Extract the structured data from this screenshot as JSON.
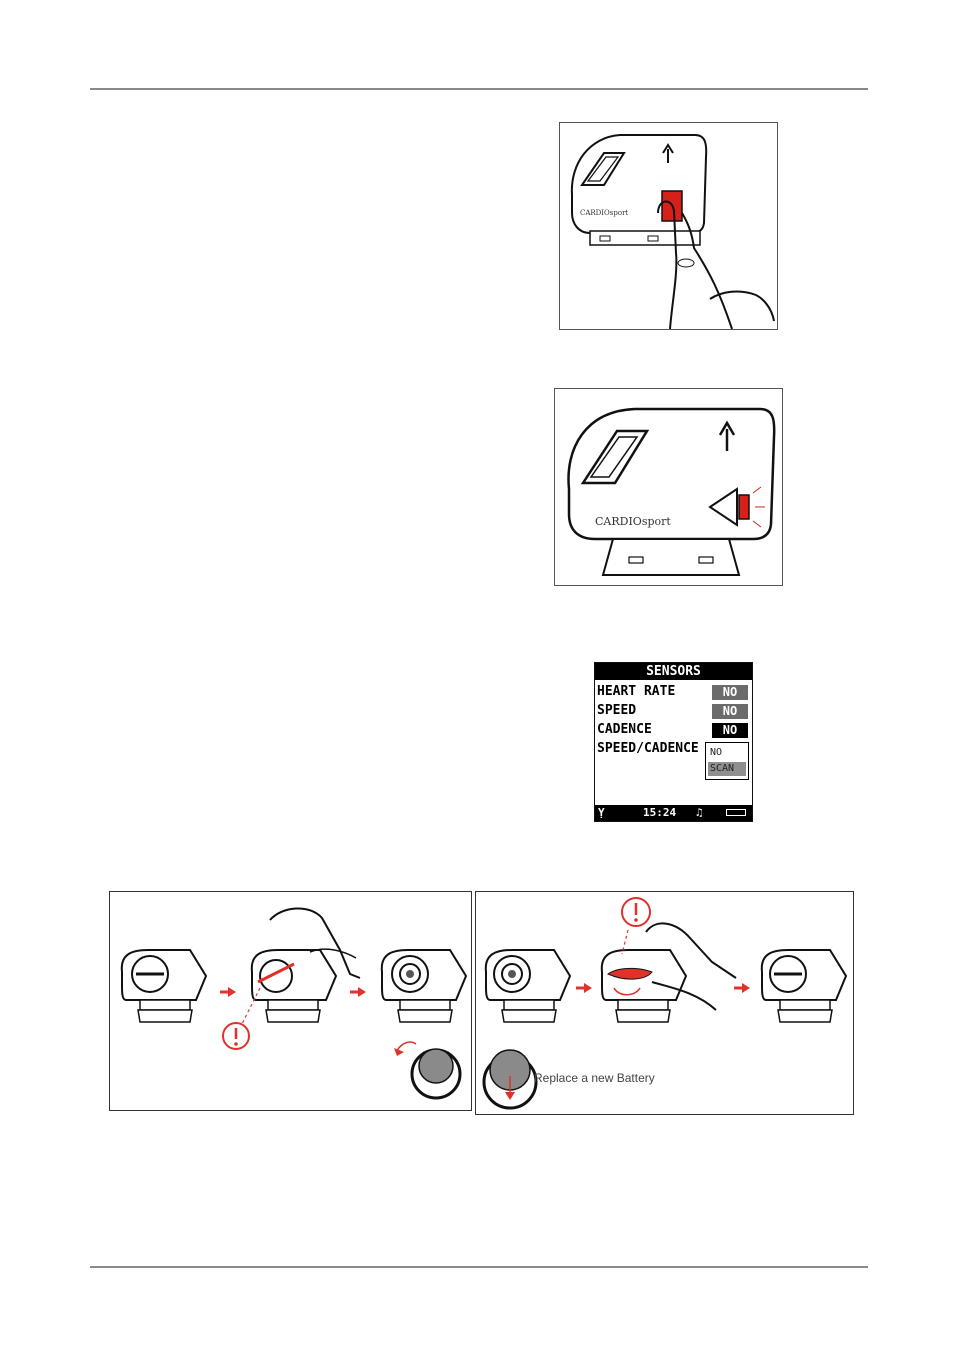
{
  "figure_a": {
    "brand": "CARDIOsport"
  },
  "figure_b": {
    "brand": "CARDIOsport"
  },
  "lcd": {
    "title": "SENSORS",
    "rows": [
      {
        "label": "HEART RATE",
        "value": "NO"
      },
      {
        "label": "SPEED",
        "value": "NO"
      },
      {
        "label": "CADENCE",
        "value": "NO"
      },
      {
        "label": "SPEED/CADENCE",
        "value": ""
      }
    ],
    "dropdown_options": [
      "NO",
      "SCAN"
    ],
    "dropdown_selected": "SCAN",
    "status_time": "15:24"
  },
  "battery_figure": {
    "caption": "Replace a new Battery",
    "accent_color": "#e0312b"
  }
}
